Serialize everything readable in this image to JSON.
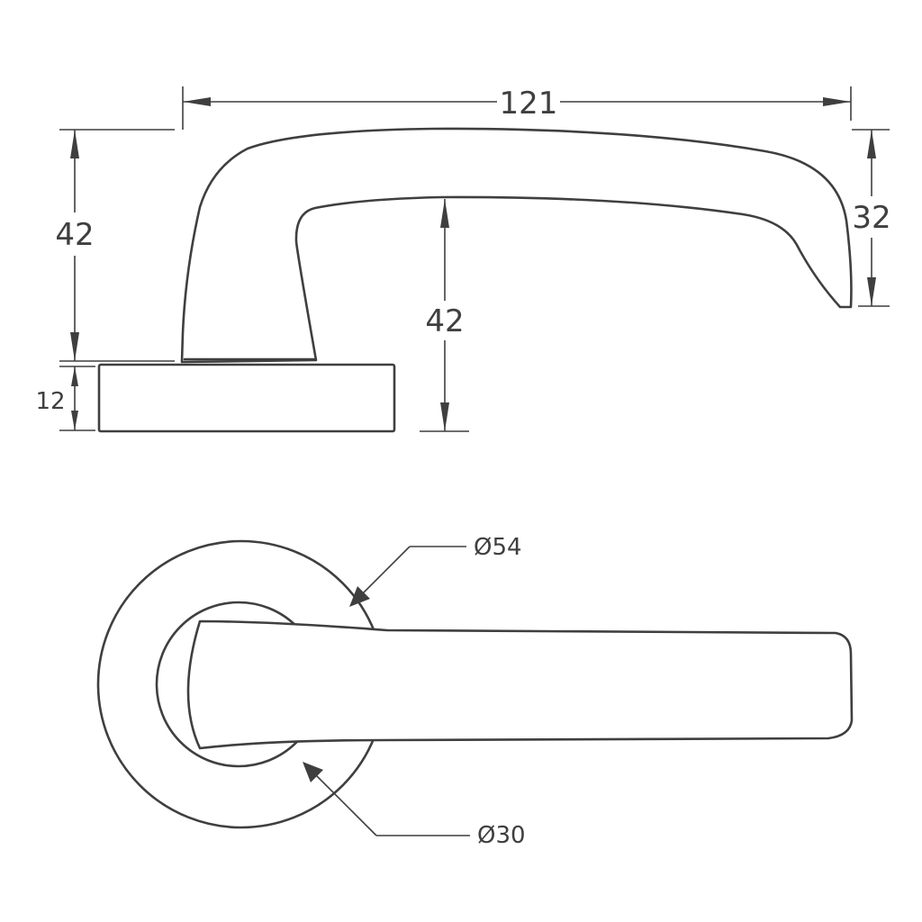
{
  "side_view": {
    "overall_length": "121",
    "lever_height": "42",
    "lever_drop": "42",
    "grip_depth": "32",
    "rose_thickness": "12"
  },
  "top_view": {
    "rose_diameter": "Ø54",
    "neck_diameter": "Ø30"
  }
}
